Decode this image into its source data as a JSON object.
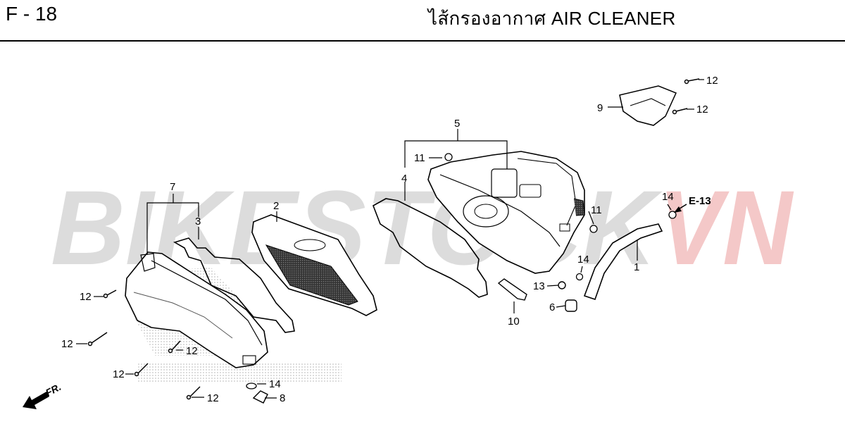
{
  "header": {
    "page_code": "F - 18",
    "title": "ไส้กรองอากาศ  AIR CLEANER"
  },
  "watermark": {
    "left_text": "BIKESTOCK",
    "right_text": "VN",
    "left_color": "#dcdcdc",
    "right_color": "#f4c8c8"
  },
  "callouts": {
    "c1": "1",
    "c2": "2",
    "c3": "3",
    "c4": "4",
    "c5": "5",
    "c6": "6",
    "c7": "7",
    "c8": "8",
    "c9": "9",
    "c10": "10",
    "c11a": "11",
    "c11b": "11",
    "c12a": "12",
    "c12b": "12",
    "c12c": "12",
    "c12d": "12",
    "c12e": "12",
    "c12f": "12",
    "c12g": "12",
    "c13": "13",
    "c14a": "14",
    "c14b": "14",
    "c14c": "14"
  },
  "reference": {
    "label": "E-13"
  },
  "direction": {
    "label": "FR."
  }
}
